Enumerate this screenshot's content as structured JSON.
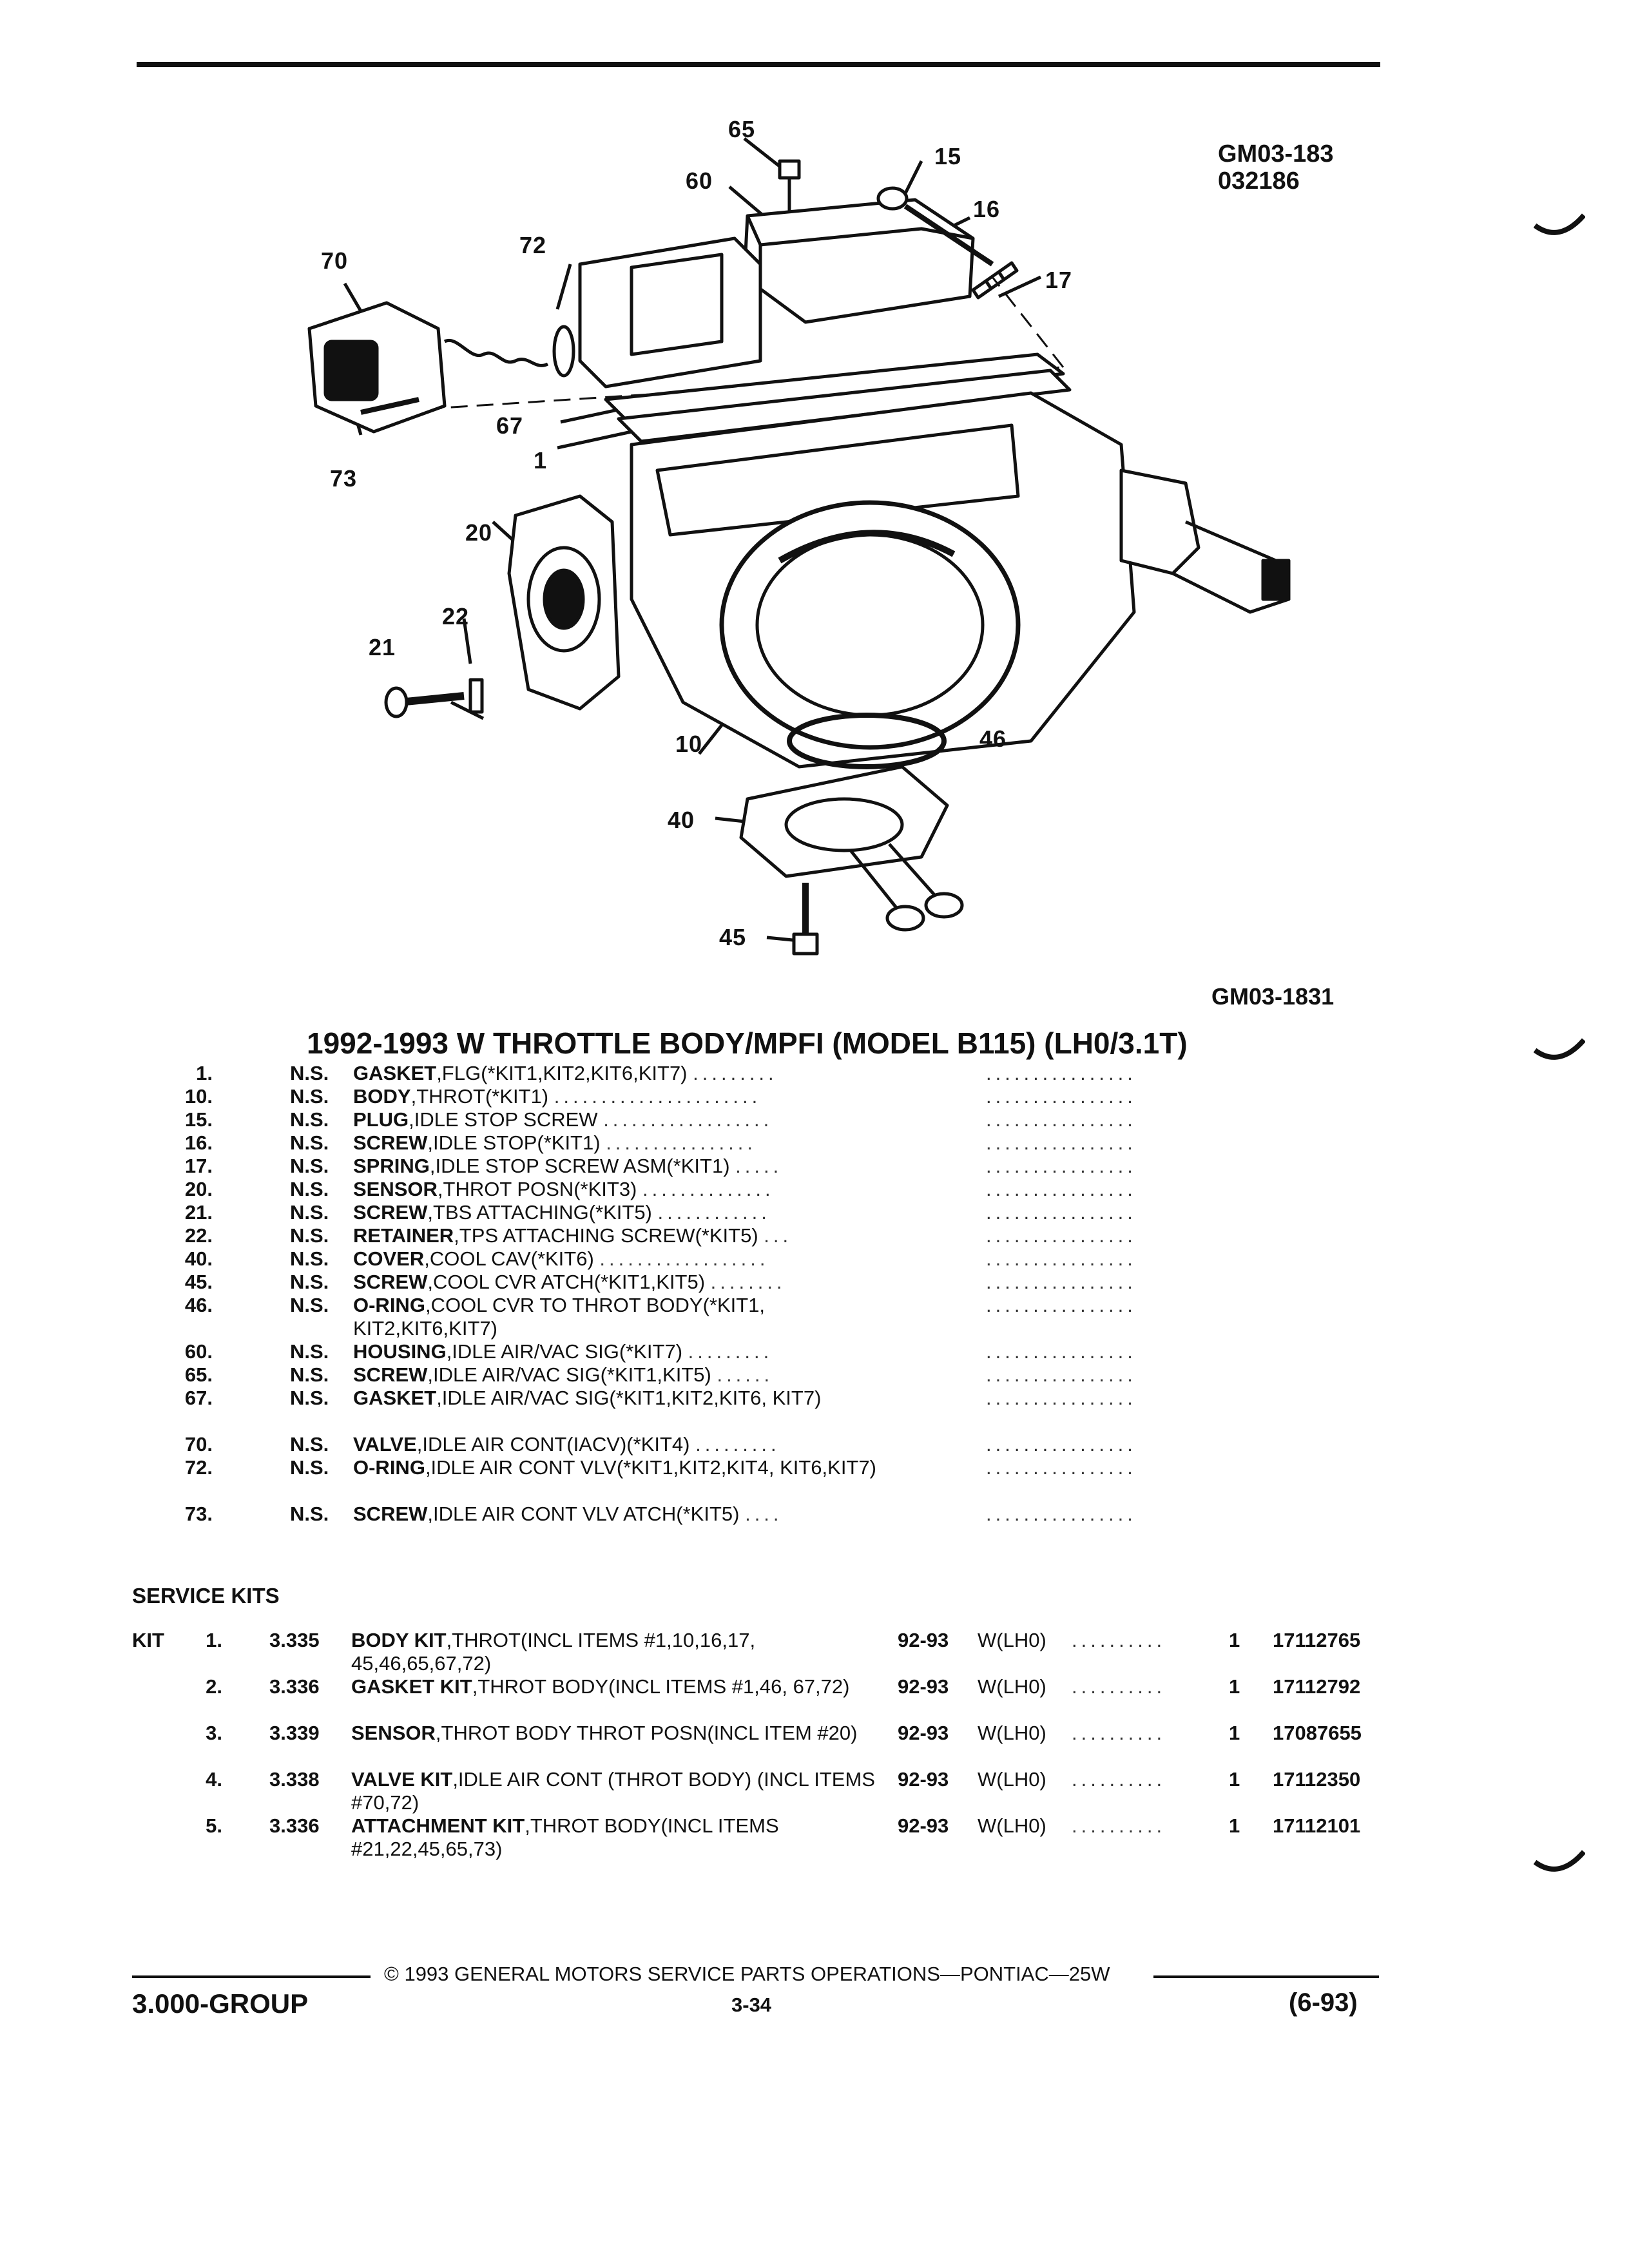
{
  "header": {
    "figure_code_1": "GM03-183",
    "figure_code_2": "032186",
    "figure_code_bottom": "GM03-1831"
  },
  "diagram": {
    "callouts": [
      "65",
      "15",
      "60",
      "16",
      "72",
      "70",
      "17",
      "67",
      "1",
      "73",
      "20",
      "22",
      "21",
      "10",
      "46",
      "40",
      "45"
    ]
  },
  "section_title": "1992-1993 W THROTTLE BODY/MPFI (MODEL B115) (LH0/3.1T)",
  "parts": [
    {
      "num": "1.",
      "ns": "N.S.",
      "name": "GASKET",
      "desc": ",FLG(*KIT1,KIT2,KIT6,KIT7)",
      "dots": "........."
    },
    {
      "num": "10.",
      "ns": "N.S.",
      "name": "BODY",
      "desc": ",THROT(*KIT1)",
      "dots": "......................"
    },
    {
      "num": "15.",
      "ns": "N.S.",
      "name": "PLUG",
      "desc": ",IDLE STOP SCREW",
      "dots": ".................."
    },
    {
      "num": "16.",
      "ns": "N.S.",
      "name": "SCREW",
      "desc": ",IDLE STOP(*KIT1)",
      "dots": "................"
    },
    {
      "num": "17.",
      "ns": "N.S.",
      "name": "SPRING",
      "desc": ",IDLE STOP SCREW ASM(*KIT1)",
      "dots": "....."
    },
    {
      "num": "20.",
      "ns": "N.S.",
      "name": "SENSOR",
      "desc": ",THROT POSN(*KIT3)",
      "dots": ".............."
    },
    {
      "num": "21.",
      "ns": "N.S.",
      "name": "SCREW",
      "desc": ",TBS ATTACHING(*KIT5)",
      "dots": "............"
    },
    {
      "num": "22.",
      "ns": "N.S.",
      "name": "RETAINER",
      "desc": ",TPS ATTACHING SCREW(*KIT5)",
      "dots": "..."
    },
    {
      "num": "40.",
      "ns": "N.S.",
      "name": "COVER",
      "desc": ",COOL CAV(*KIT6)",
      "dots": ".................."
    },
    {
      "num": "45.",
      "ns": "N.S.",
      "name": "SCREW",
      "desc": ",COOL CVR ATCH(*KIT1,KIT5)",
      "dots": "........"
    },
    {
      "num": "46.",
      "ns": "N.S.",
      "name": "O-RING",
      "desc": ",COOL CVR TO THROT BODY(*KIT1, KIT2,KIT6,KIT7)",
      "dots": ""
    },
    {
      "num": "60.",
      "ns": "N.S.",
      "name": "HOUSING",
      "desc": ",IDLE AIR/VAC SIG(*KIT7)",
      "dots": "........."
    },
    {
      "num": "65.",
      "ns": "N.S.",
      "name": "SCREW",
      "desc": ",IDLE AIR/VAC SIG(*KIT1,KIT5)",
      "dots": "......"
    },
    {
      "num": "67.",
      "ns": "N.S.",
      "name": "GASKET",
      "desc": ",IDLE AIR/VAC SIG(*KIT1,KIT2,KIT6, KIT7)",
      "dots": ""
    },
    {
      "num": "70.",
      "ns": "N.S.",
      "name": "VALVE",
      "desc": ",IDLE AIR CONT(IACV)(*KIT4)",
      "dots": "........."
    },
    {
      "num": "72.",
      "ns": "N.S.",
      "name": "O-RING",
      "desc": ",IDLE AIR CONT VLV(*KIT1,KIT2,KIT4, KIT6,KIT7)",
      "dots": ""
    },
    {
      "num": "73.",
      "ns": "N.S.",
      "name": "SCREW",
      "desc": ",IDLE AIR CONT VLV ATCH(*KIT5)",
      "dots": "...."
    }
  ],
  "parts_fill": "................",
  "service_kits_heading": "SERVICE KITS",
  "kits": [
    {
      "label": "KIT",
      "num": "1.",
      "group": "3.335",
      "name": "BODY KIT",
      "desc": ",THROT(INCL ITEMS #1,10,16,17, 45,46,65,67,72)",
      "years": "92-93",
      "model": "W(LH0)",
      "dots": "..........",
      "qty": "1",
      "part": "17112765"
    },
    {
      "label": "",
      "num": "2.",
      "group": "3.336",
      "name": "GASKET KIT",
      "desc": ",THROT BODY(INCL ITEMS #1,46, 67,72)",
      "years": "92-93",
      "model": "W(LH0)",
      "dots": "..........",
      "qty": "1",
      "part": "17112792"
    },
    {
      "label": "",
      "num": "3.",
      "group": "3.339",
      "name": "SENSOR",
      "desc": ",THROT BODY THROT POSN(INCL ITEM #20)",
      "years": "92-93",
      "model": "W(LH0)",
      "dots": "..........",
      "qty": "1",
      "part": "17087655"
    },
    {
      "label": "",
      "num": "4.",
      "group": "3.338",
      "name": "VALVE KIT",
      "desc": ",IDLE AIR CONT (THROT BODY) (INCL ITEMS #70,72)",
      "years": "92-93",
      "model": "W(LH0)",
      "dots": "..........",
      "qty": "1",
      "part": "17112350"
    },
    {
      "label": "",
      "num": "5.",
      "group": "3.336",
      "name": "ATTACHMENT KIT",
      "desc": ",THROT BODY(INCL ITEMS #21,22,45,65,73)",
      "years": "92-93",
      "model": "W(LH0)",
      "dots": "..........",
      "qty": "1",
      "part": "17112101"
    }
  ],
  "footer": {
    "copyright": "© 1993 GENERAL MOTORS SERVICE PARTS OPERATIONS—PONTIAC—25W",
    "group": "3.000-GROUP",
    "page": "3-34",
    "date": "(6-93)"
  }
}
